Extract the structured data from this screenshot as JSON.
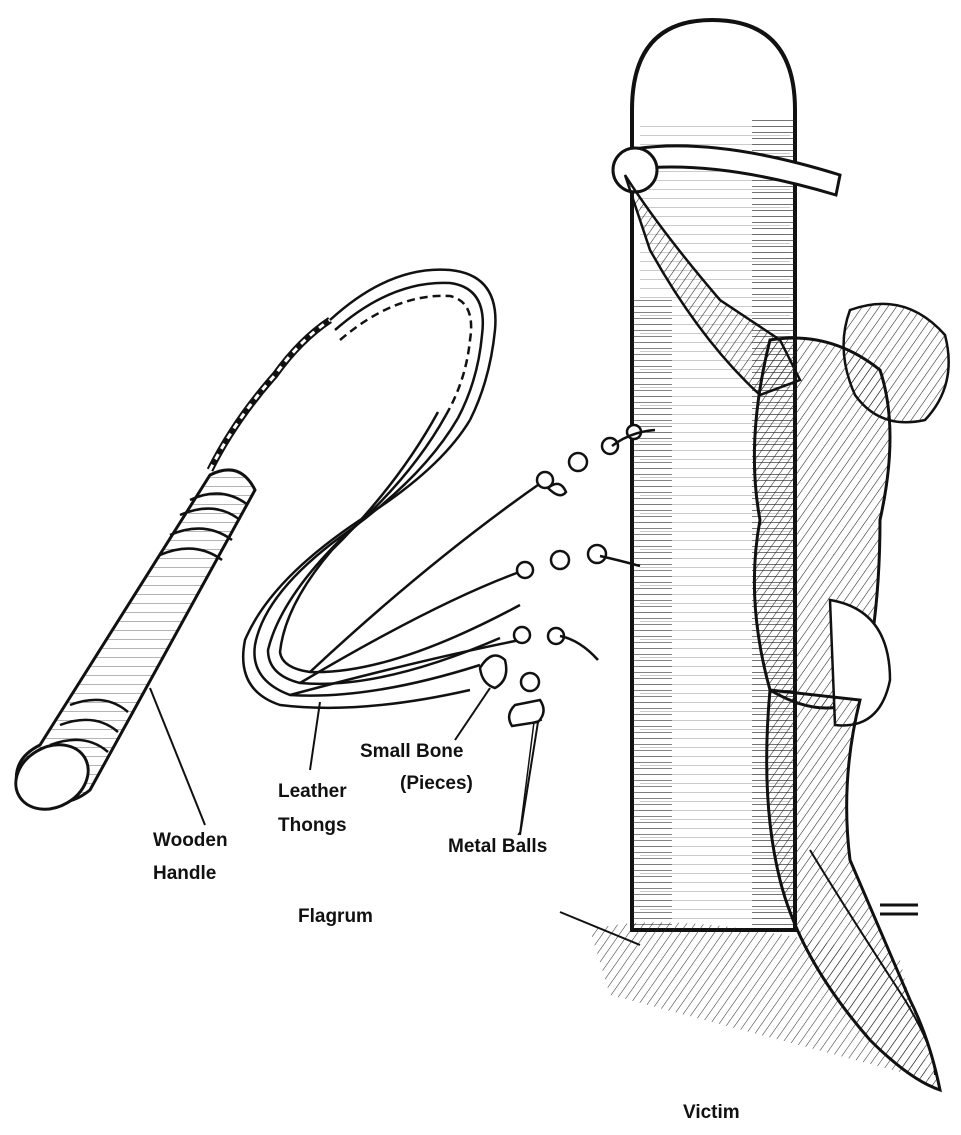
{
  "labels": {
    "wooden_handle_line1": "Wooden",
    "wooden_handle_line2": "Handle",
    "leather_thongs_line1": "Leather",
    "leather_thongs_line2": "Thongs",
    "small_bone_line1": "Small Bone",
    "small_bone_line2": "(Pieces)",
    "metal_balls": "Metal Balls",
    "flagrum": "Flagrum",
    "victim": "Victim"
  },
  "colors": {
    "ink": "#111111",
    "paper": "#ffffff"
  }
}
